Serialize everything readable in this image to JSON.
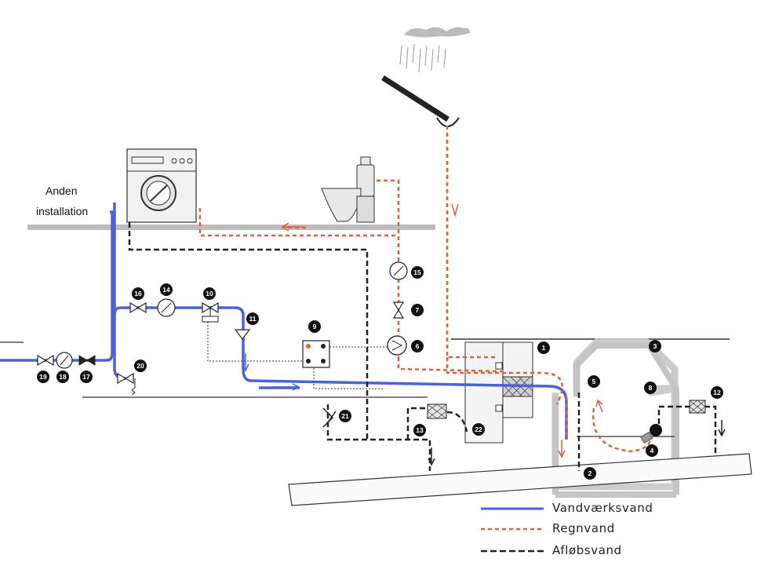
{
  "labels": {
    "other_installation_line1": "Anden",
    "other_installation_line2": "installation"
  },
  "legend": [
    {
      "label": "Vandværksvand",
      "color": "#4a63d8",
      "style": "solid"
    },
    {
      "label": "Regnvand",
      "color": "#e3603e",
      "style": "dashed"
    },
    {
      "label": "Afløbsvand",
      "color": "#222222",
      "style": "dashed"
    }
  ],
  "numbers": [
    "1",
    "2",
    "3",
    "4",
    "5",
    "6",
    "7",
    "8",
    "9",
    "10",
    "11",
    "12",
    "13",
    "14",
    "15",
    "16",
    "17",
    "18",
    "19",
    "20",
    "21",
    "22"
  ],
  "colors": {
    "mains_water": "#4a63d8",
    "rain_water": "#e3603e",
    "waste_water": "#222222",
    "ground": "#b8b8b8",
    "tank": "#c8c8c8"
  }
}
